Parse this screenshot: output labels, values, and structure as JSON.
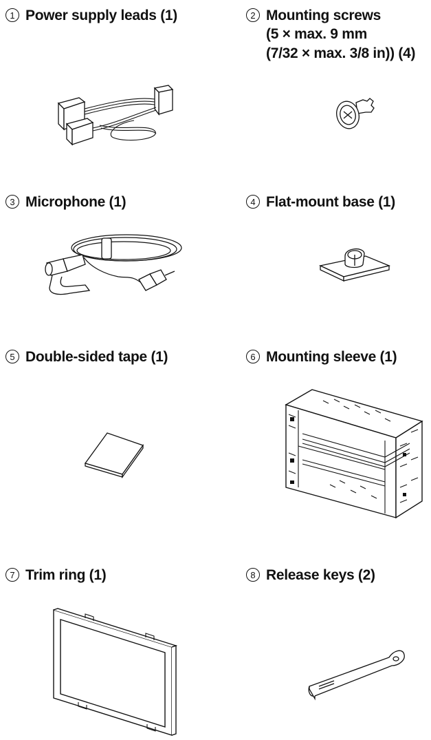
{
  "items": [
    {
      "num": "1",
      "name": "Power supply leads (1)"
    },
    {
      "num": "2",
      "name": "Mounting screws",
      "detail1": "(5 × max. 9 mm",
      "detail2": "(7/32 × max. 3/8 in)) (4)"
    },
    {
      "num": "3",
      "name": "Microphone (1)"
    },
    {
      "num": "4",
      "name": "Flat-mount base (1)"
    },
    {
      "num": "5",
      "name": "Double-sided tape (1)"
    },
    {
      "num": "6",
      "name": "Mounting sleeve (1)"
    },
    {
      "num": "7",
      "name": "Trim ring (1)"
    },
    {
      "num": "8",
      "name": "Release keys (2)"
    }
  ]
}
